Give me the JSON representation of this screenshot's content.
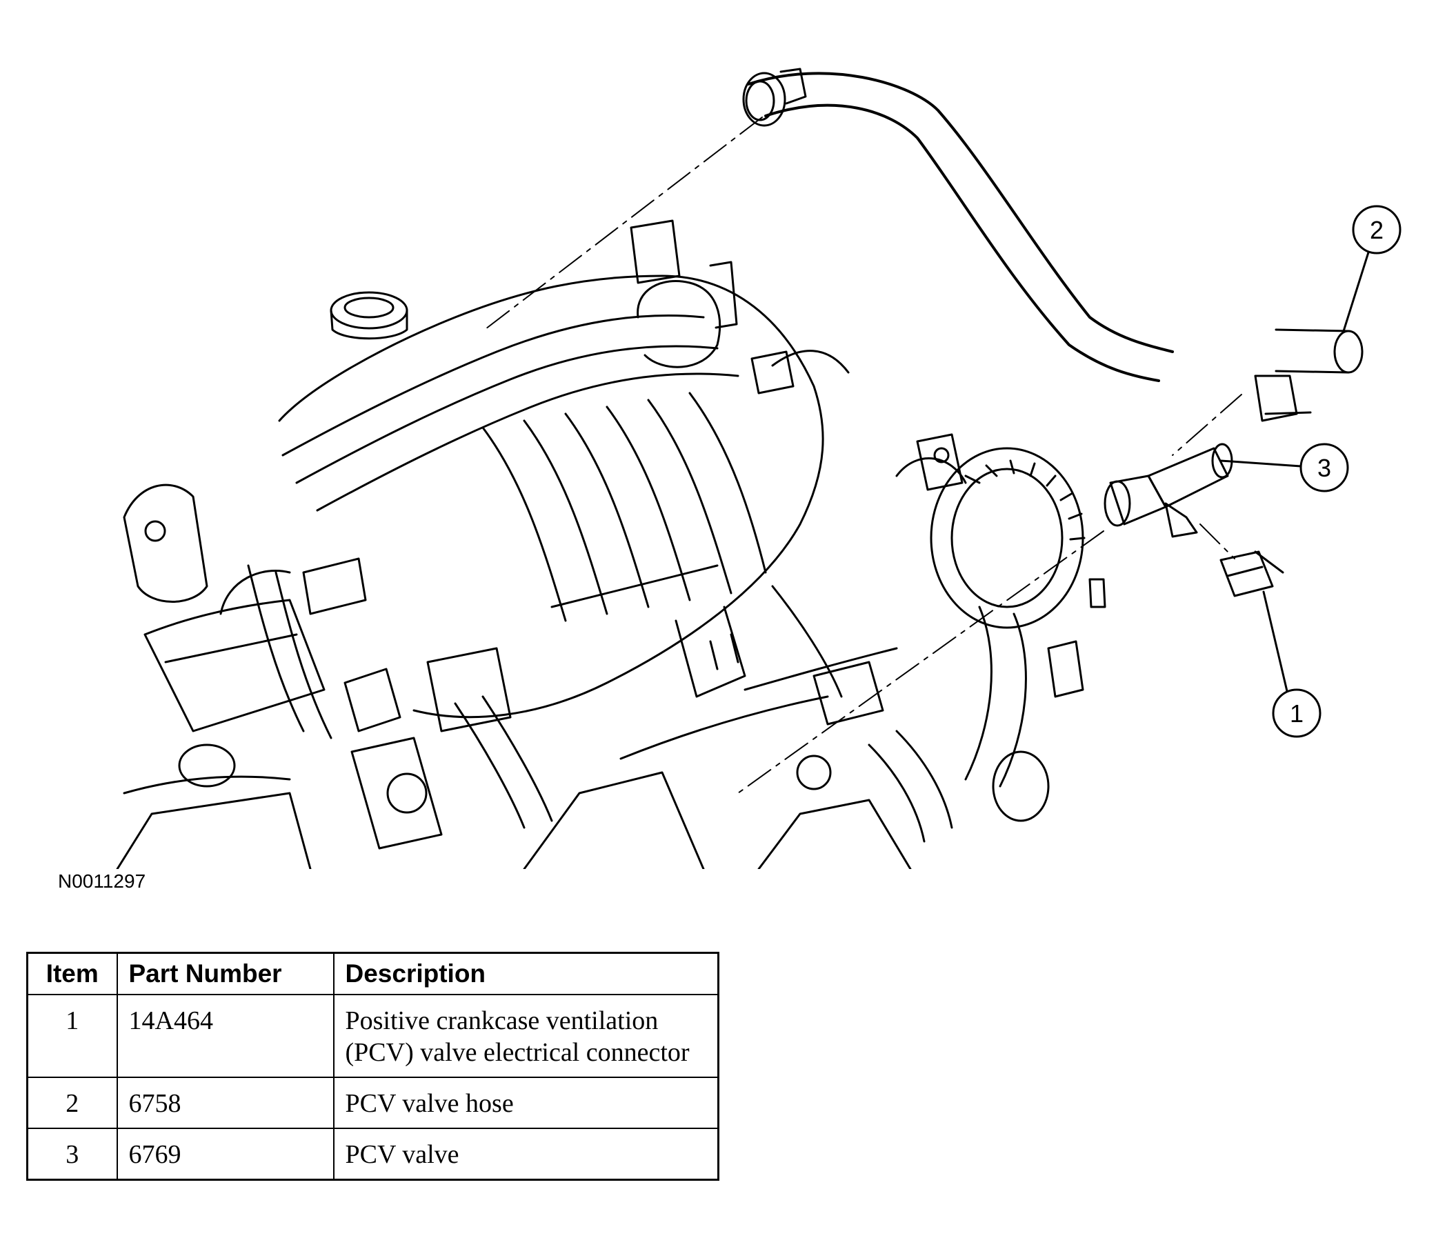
{
  "figure": {
    "id": "N0011297",
    "callouts": [
      "1",
      "2",
      "3"
    ]
  },
  "parts_table": {
    "headers": [
      "Item",
      "Part Number",
      "Description"
    ],
    "rows": [
      {
        "item": "1",
        "part_number": "14A464",
        "description": "Positive crankcase ventilation (PCV) valve electrical connector"
      },
      {
        "item": "2",
        "part_number": "6758",
        "description": "PCV valve hose"
      },
      {
        "item": "3",
        "part_number": "6769",
        "description": "PCV valve"
      }
    ]
  }
}
